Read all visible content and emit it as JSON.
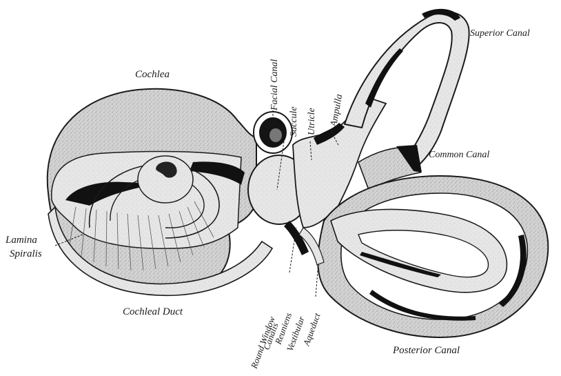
{
  "labels": {
    "cochlea": "Cochlea",
    "facial_canal": "Facial Canal",
    "saccule": "Saccule",
    "utricle": "Utricle",
    "ampulla": "Ampulla",
    "superior_canal": "Superior Canal",
    "common_canal": "Common Canal",
    "lamina_line1": "Lamina",
    "lamina_line2": "Spiralis",
    "cochlear_duct": "Cochleal Duct",
    "round_window": "Round Window",
    "canalis": "Canalis",
    "reuniens": "Reuniens",
    "vestibular": "Vestibular",
    "aqueduct": "Aqueduct",
    "posterior_canal": "Posterior Canal"
  },
  "colors": {
    "ink": "#1a1a1a",
    "tissue": "#c9c9c9",
    "tissue_light": "#e4e4e4",
    "cavity": "#111111",
    "paper": "#ffffff"
  }
}
